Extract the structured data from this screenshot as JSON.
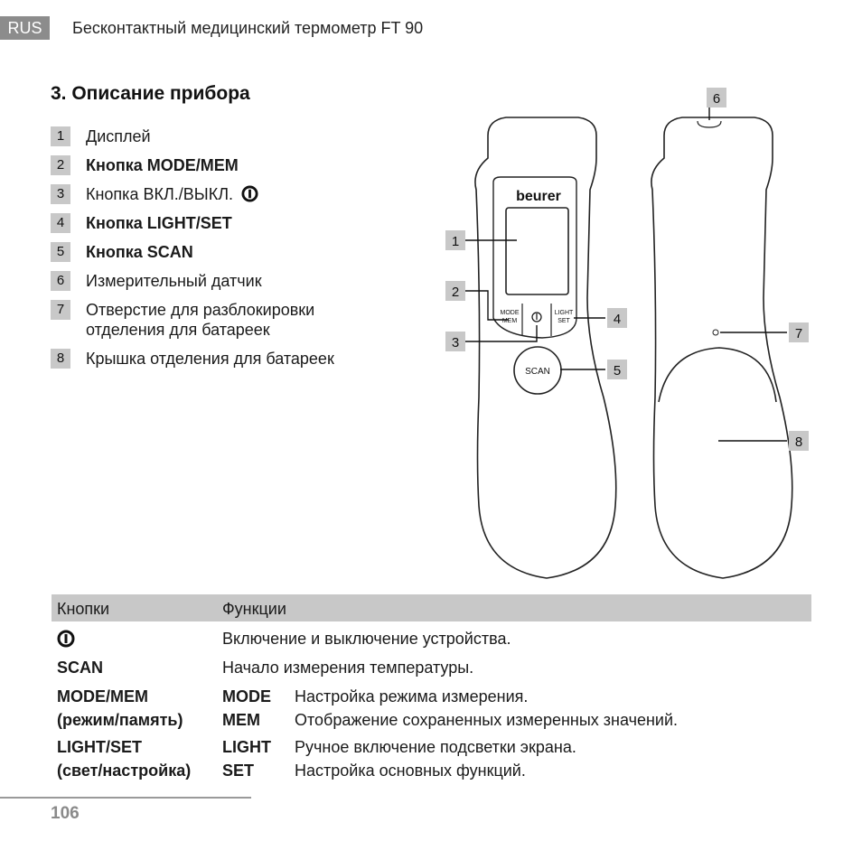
{
  "header": {
    "lang": "RUS",
    "title": "Бесконтактный медицинский термометр FT 90"
  },
  "section": {
    "title": "3. Описание прибора",
    "parts": [
      {
        "num": "1",
        "label": "Дисплей"
      },
      {
        "num": "2",
        "label": "Кнопка MODE/MEM"
      },
      {
        "num": "3",
        "label": "Кнопка ВКЛ./ВЫКЛ."
      },
      {
        "num": "4",
        "label": "Кнопка LIGHT/SET"
      },
      {
        "num": "5",
        "label": "Кнопка SCAN"
      },
      {
        "num": "6",
        "label": "Измерительный датчик"
      },
      {
        "num": "7",
        "label_line1": "Отверстие для разблокировки",
        "label_line2": "отделения для батареек"
      },
      {
        "num": "8",
        "label": "Крышка отделения для батареек"
      }
    ]
  },
  "diagram": {
    "brand": "beurer",
    "btn_mode_line1": "MODE",
    "btn_mode_line2": "MEM",
    "btn_light_line1": "LIGHT",
    "btn_light_line2": "SET",
    "btn_scan": "SCAN",
    "callouts": [
      "1",
      "2",
      "3",
      "4",
      "5",
      "6",
      "7",
      "8"
    ]
  },
  "table": {
    "col_buttons": "Кнопки",
    "col_functions": "Функции",
    "rows": [
      {
        "desc": "Включение и выключение устройства."
      },
      {
        "key": "SCAN",
        "desc": "Начало измерения температуры."
      },
      {
        "key_line1": "MODE/MEM",
        "key_line2": "(режим/память)",
        "sub1": "MODE",
        "desc1": "Настройка режима измерения.",
        "sub2": "MEM",
        "desc2": "Отображение сохраненных измеренных значений."
      },
      {
        "key_line1": "LIGHT/SET",
        "key_line2": "(свет/настройка)",
        "sub1": "LIGHT",
        "desc1": "Ручное включение подсветки экрана.",
        "sub2": "SET",
        "desc2": "Настройка основных функций."
      }
    ]
  },
  "footer": {
    "page": "106"
  },
  "icons": {
    "power": "power-icon"
  }
}
